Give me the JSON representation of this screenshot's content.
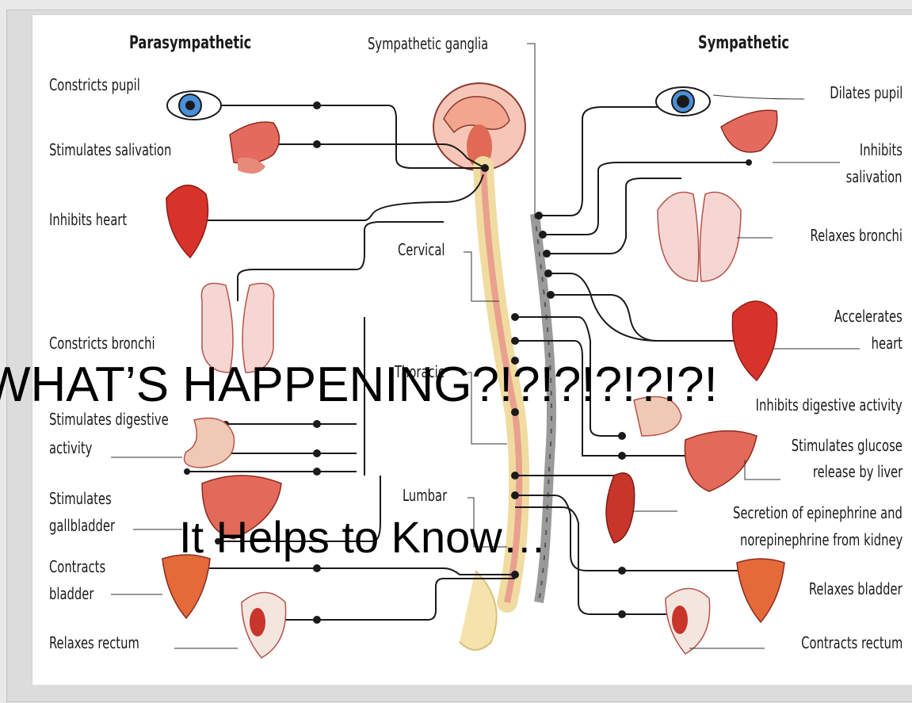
{
  "header": {
    "parasympathetic": "Parasympathetic",
    "sympathetic_ganglia": "Sympathetic ganglia",
    "sympathetic": "Sympathetic"
  },
  "left_labels": {
    "constricts_pupil": "Constricts pupil",
    "stimulates_salivation": "Stimulates salivation",
    "inhibits_heart": "Inhibits heart",
    "constricts_bronchi": "Constricts bronchi",
    "stimulates_digestive_1": "Stimulates digestive",
    "stimulates_digestive_2": "activity",
    "stimulates_gallbladder_1": "Stimulates",
    "stimulates_gallbladder_2": "gallbladder",
    "contracts_bladder_1": "Contracts",
    "contracts_bladder_2": "bladder",
    "relaxes_rectum": "Relaxes rectum"
  },
  "spine_labels": {
    "cervical": "Cervical",
    "thoracic": "Thoracic",
    "lumbar": "Lumbar"
  },
  "right_labels": {
    "dilates_pupil": "Dilates pupil",
    "inhibits_salivation_1": "Inhibits",
    "inhibits_salivation_2": "salivation",
    "relaxes_bronchi": "Relaxes bronchi",
    "accelerates_heart_1": "Accelerates",
    "accelerates_heart_2": "heart",
    "inhibits_digestive": "Inhibits digestive activity",
    "stimulates_glucose_1": "Stimulates glucose",
    "stimulates_glucose_2": "release by liver",
    "secretion_1": "Secretion of epinephrine and",
    "secretion_2": "norepinephrine from kidney",
    "relaxes_bladder": "Relaxes bladder",
    "contracts_rectum": "Contracts rectum"
  },
  "overlay": {
    "title": "WHAT’S HAPPENING?!?!?!?!?!?!",
    "subtitle": "It Helps to Know…"
  }
}
